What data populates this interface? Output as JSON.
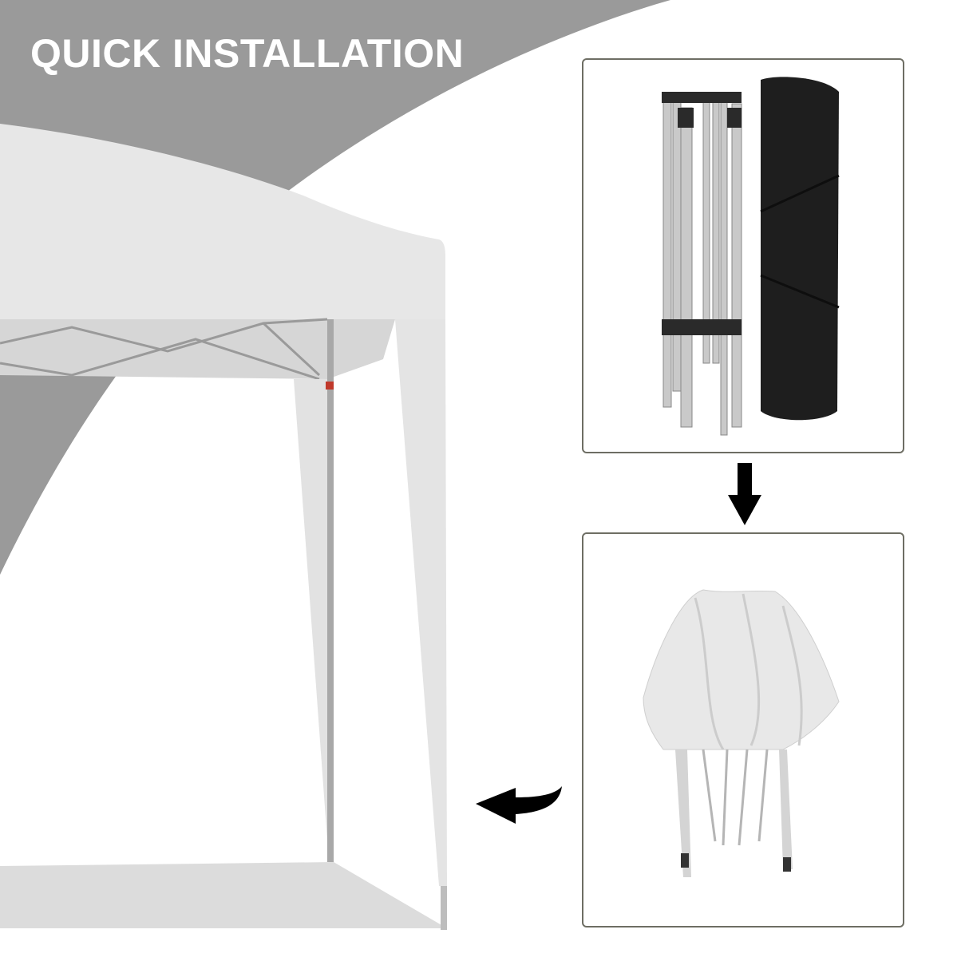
{
  "header": {
    "title": "QUICK INSTALLATION"
  },
  "colors": {
    "banner_gray": "#9a9a9a",
    "canopy_white": "#e6e6e6",
    "ground_gray": "#dcdcdc",
    "panel_border": "#6e6e64",
    "arrow_black": "#000000",
    "bag_black": "#1c1c1c"
  },
  "steps": [
    {
      "id": "folded-frame-with-bag",
      "description": "Folded steel frame next to black carry bag"
    },
    {
      "id": "frame-with-canopy-folded",
      "description": "Folded frame with canopy attached"
    },
    {
      "id": "assembled-tent",
      "description": "Fully assembled pop-up canopy tent"
    }
  ],
  "icons": {
    "down_arrow": "down-arrow-icon",
    "curved_left_arrow": "curved-left-arrow-icon"
  }
}
